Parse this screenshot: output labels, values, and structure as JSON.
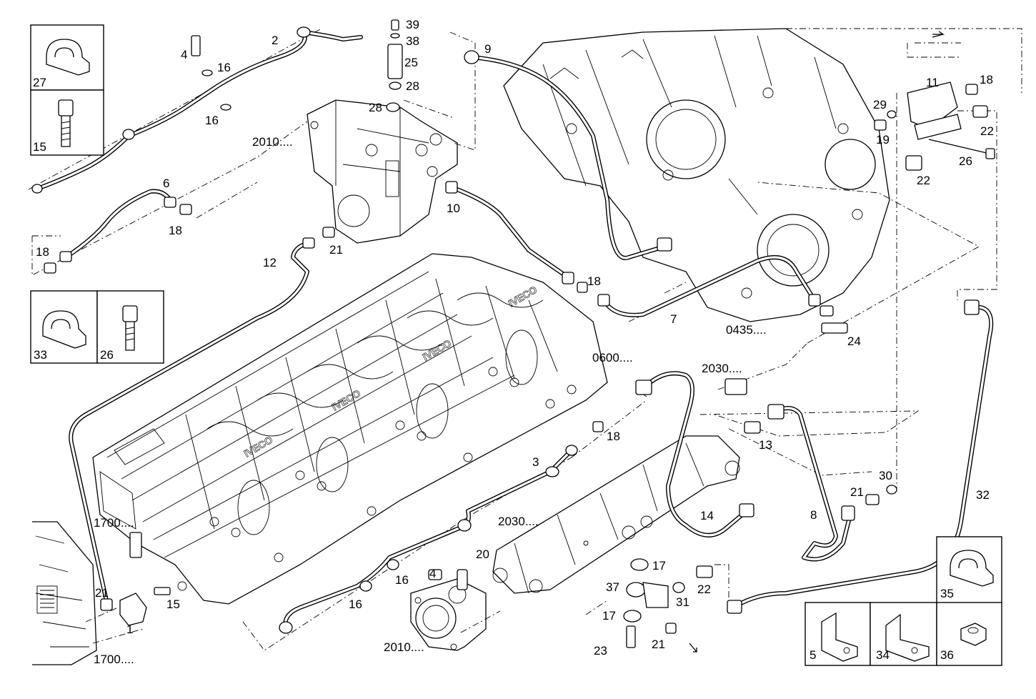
{
  "labels": {
    "l1": "1",
    "l2": "2",
    "l3": "3",
    "l4a": "4",
    "l4b": "4",
    "l6": "6",
    "l7": "7",
    "l8": "8",
    "l9": "9",
    "l10": "10",
    "l11": "11",
    "l12": "12",
    "l13": "13",
    "l14": "14",
    "l15a": "15",
    "l15b": "15",
    "l16a": "16",
    "l16b": "16",
    "l16c": "16",
    "l16d": "16",
    "l17a": "17",
    "l17b": "17",
    "l18a": "18",
    "l18b": "18",
    "l18c": "18",
    "l18d": "18",
    "l18e": "18",
    "l19": "19",
    "l20": "20",
    "l21a": "21",
    "l21b": "21",
    "l21c": "21",
    "l21d": "21",
    "l22a": "22",
    "l22b": "22",
    "l22c": "22",
    "l23": "23",
    "l24": "24",
    "l25": "25",
    "l26a": "26",
    "l26b": "26",
    "l27": "27",
    "l28a": "28",
    "l28b": "28",
    "l29": "29",
    "l30": "30",
    "l31": "31",
    "l32": "32",
    "l33": "33",
    "l34": "34",
    "l35": "35",
    "l36": "36",
    "l37": "37",
    "l38": "38",
    "l39": "39",
    "l5": "5"
  },
  "refs": {
    "r2010a": "2010....",
    "r2010b": "2010....",
    "r2030a": "2030....",
    "r2030b": "2030....",
    "r0435": "0435....",
    "r0600": "0600....",
    "r1700a": "1700....",
    "r1700b": "1700...."
  }
}
